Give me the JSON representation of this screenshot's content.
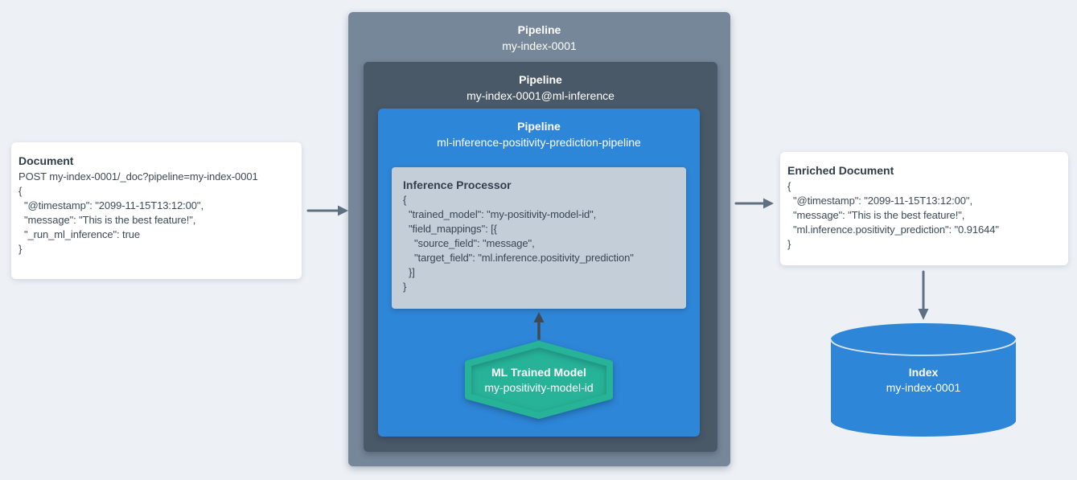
{
  "document_card": {
    "title": "Document",
    "lines": [
      "POST my-index-0001/_doc?pipeline=my-index-0001",
      "{",
      "  \"@timestamp\": \"2099-11-15T13:12:00\",",
      "  \"message\": \"This is the best feature!\",",
      "  \"_run_ml_inference\": true",
      "}"
    ]
  },
  "outer_pipeline": {
    "title": "Pipeline",
    "name": "my-index-0001"
  },
  "inference_pipeline": {
    "title": "Pipeline",
    "name": "my-index-0001@ml-inference"
  },
  "ml_pipeline": {
    "title": "Pipeline",
    "name": "ml-inference-positivity-prediction-pipeline"
  },
  "inference_processor": {
    "title": "Inference Processor",
    "lines": [
      "{",
      "  \"trained_model\": \"my-positivity-model-id\",",
      "  \"field_mappings\": [{",
      "    \"source_field\": \"message\",",
      "    \"target_field\": \"ml.inference.positivity_prediction\"",
      "  }]",
      "}"
    ]
  },
  "ml_model": {
    "title": "ML Trained Model",
    "name": "my-positivity-model-id"
  },
  "enriched_card": {
    "title": "Enriched Document",
    "lines": [
      "{",
      "  \"@timestamp\": \"2099-11-15T13:12:00\",",
      "  \"message\": \"This is the best feature!\",",
      "  \"ml.inference.positivity_prediction\": \"0.91644\"",
      "}"
    ]
  },
  "index": {
    "title": "Index",
    "name": "my-index-0001"
  },
  "colors": {
    "background": "#edf1f6",
    "card_bg": "#ffffff",
    "card_text": "#3d4a57",
    "outer_pipeline_bg": "#77879a",
    "inner_pipeline_bg": "#4a5968",
    "ml_pipeline_bg": "#2e86d8",
    "processor_bg": "#c4ced9",
    "model_green": "#27b397",
    "index_blue": "#2e86d8",
    "cylinder_rim": "#dbe4ec",
    "arrow_gray": "#5f7081",
    "arrow_dark": "#414a52"
  }
}
